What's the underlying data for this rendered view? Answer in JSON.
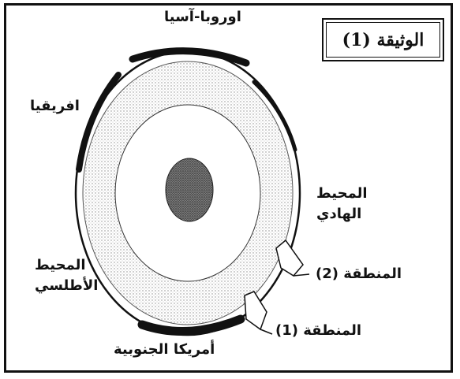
{
  "document": {
    "title": "الوثيقة (1)"
  },
  "labels": {
    "europe_asia": "اوروبا-آسيا",
    "africa": "افريقيا",
    "pacific_line1": "المحيط",
    "pacific_line2": "الهادي",
    "atlantic_line1": "المحيط",
    "atlantic_line2": "الأطلسي",
    "south_america": "أمريكا الجنوبية",
    "region_2": "المنطقة (2)",
    "region_1": "المنطقة (1)"
  },
  "colors": {
    "ink": "#111111",
    "stipple": "#9a9a9a",
    "core": "#555555"
  }
}
